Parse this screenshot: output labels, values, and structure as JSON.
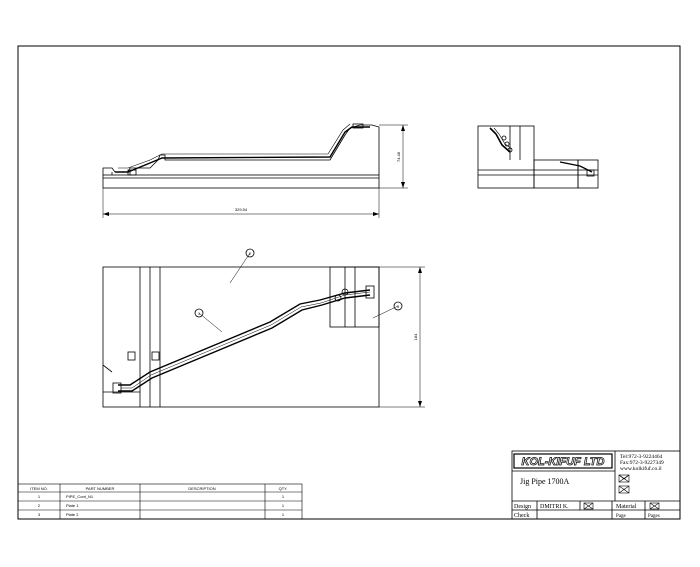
{
  "drawing": {
    "views": {
      "front_dim_width": "329.54",
      "front_dim_height": "74.48",
      "plan_dim_height": "184"
    },
    "balloons": [
      "1",
      "2",
      "3"
    ]
  },
  "bom": {
    "headers": [
      "ITEM NO.",
      "PART NUMBER",
      "DESCRIPTION",
      "QTY."
    ],
    "rows": [
      {
        "item": "1",
        "part": "PIPE_Cont_N1",
        "description": "",
        "qty": "1"
      },
      {
        "item": "2",
        "part": "Plate 1",
        "description": "",
        "qty": "1"
      },
      {
        "item": "3",
        "part": "Plate 2",
        "description": "",
        "qty": "1"
      }
    ]
  },
  "title_block": {
    "company": "KOL-KIFUF LTD",
    "phone": "Tel:972-3-9224464",
    "fax": "Fax:972-3-9227349",
    "web": "www.kolkifuf.co.il",
    "title": "Jig Pipe 1700A",
    "design_label": "Design",
    "designer": "DMITRI K.",
    "check_label": "Check",
    "material_label": "Material",
    "page_label": "Page",
    "pages_label": "Pages"
  }
}
